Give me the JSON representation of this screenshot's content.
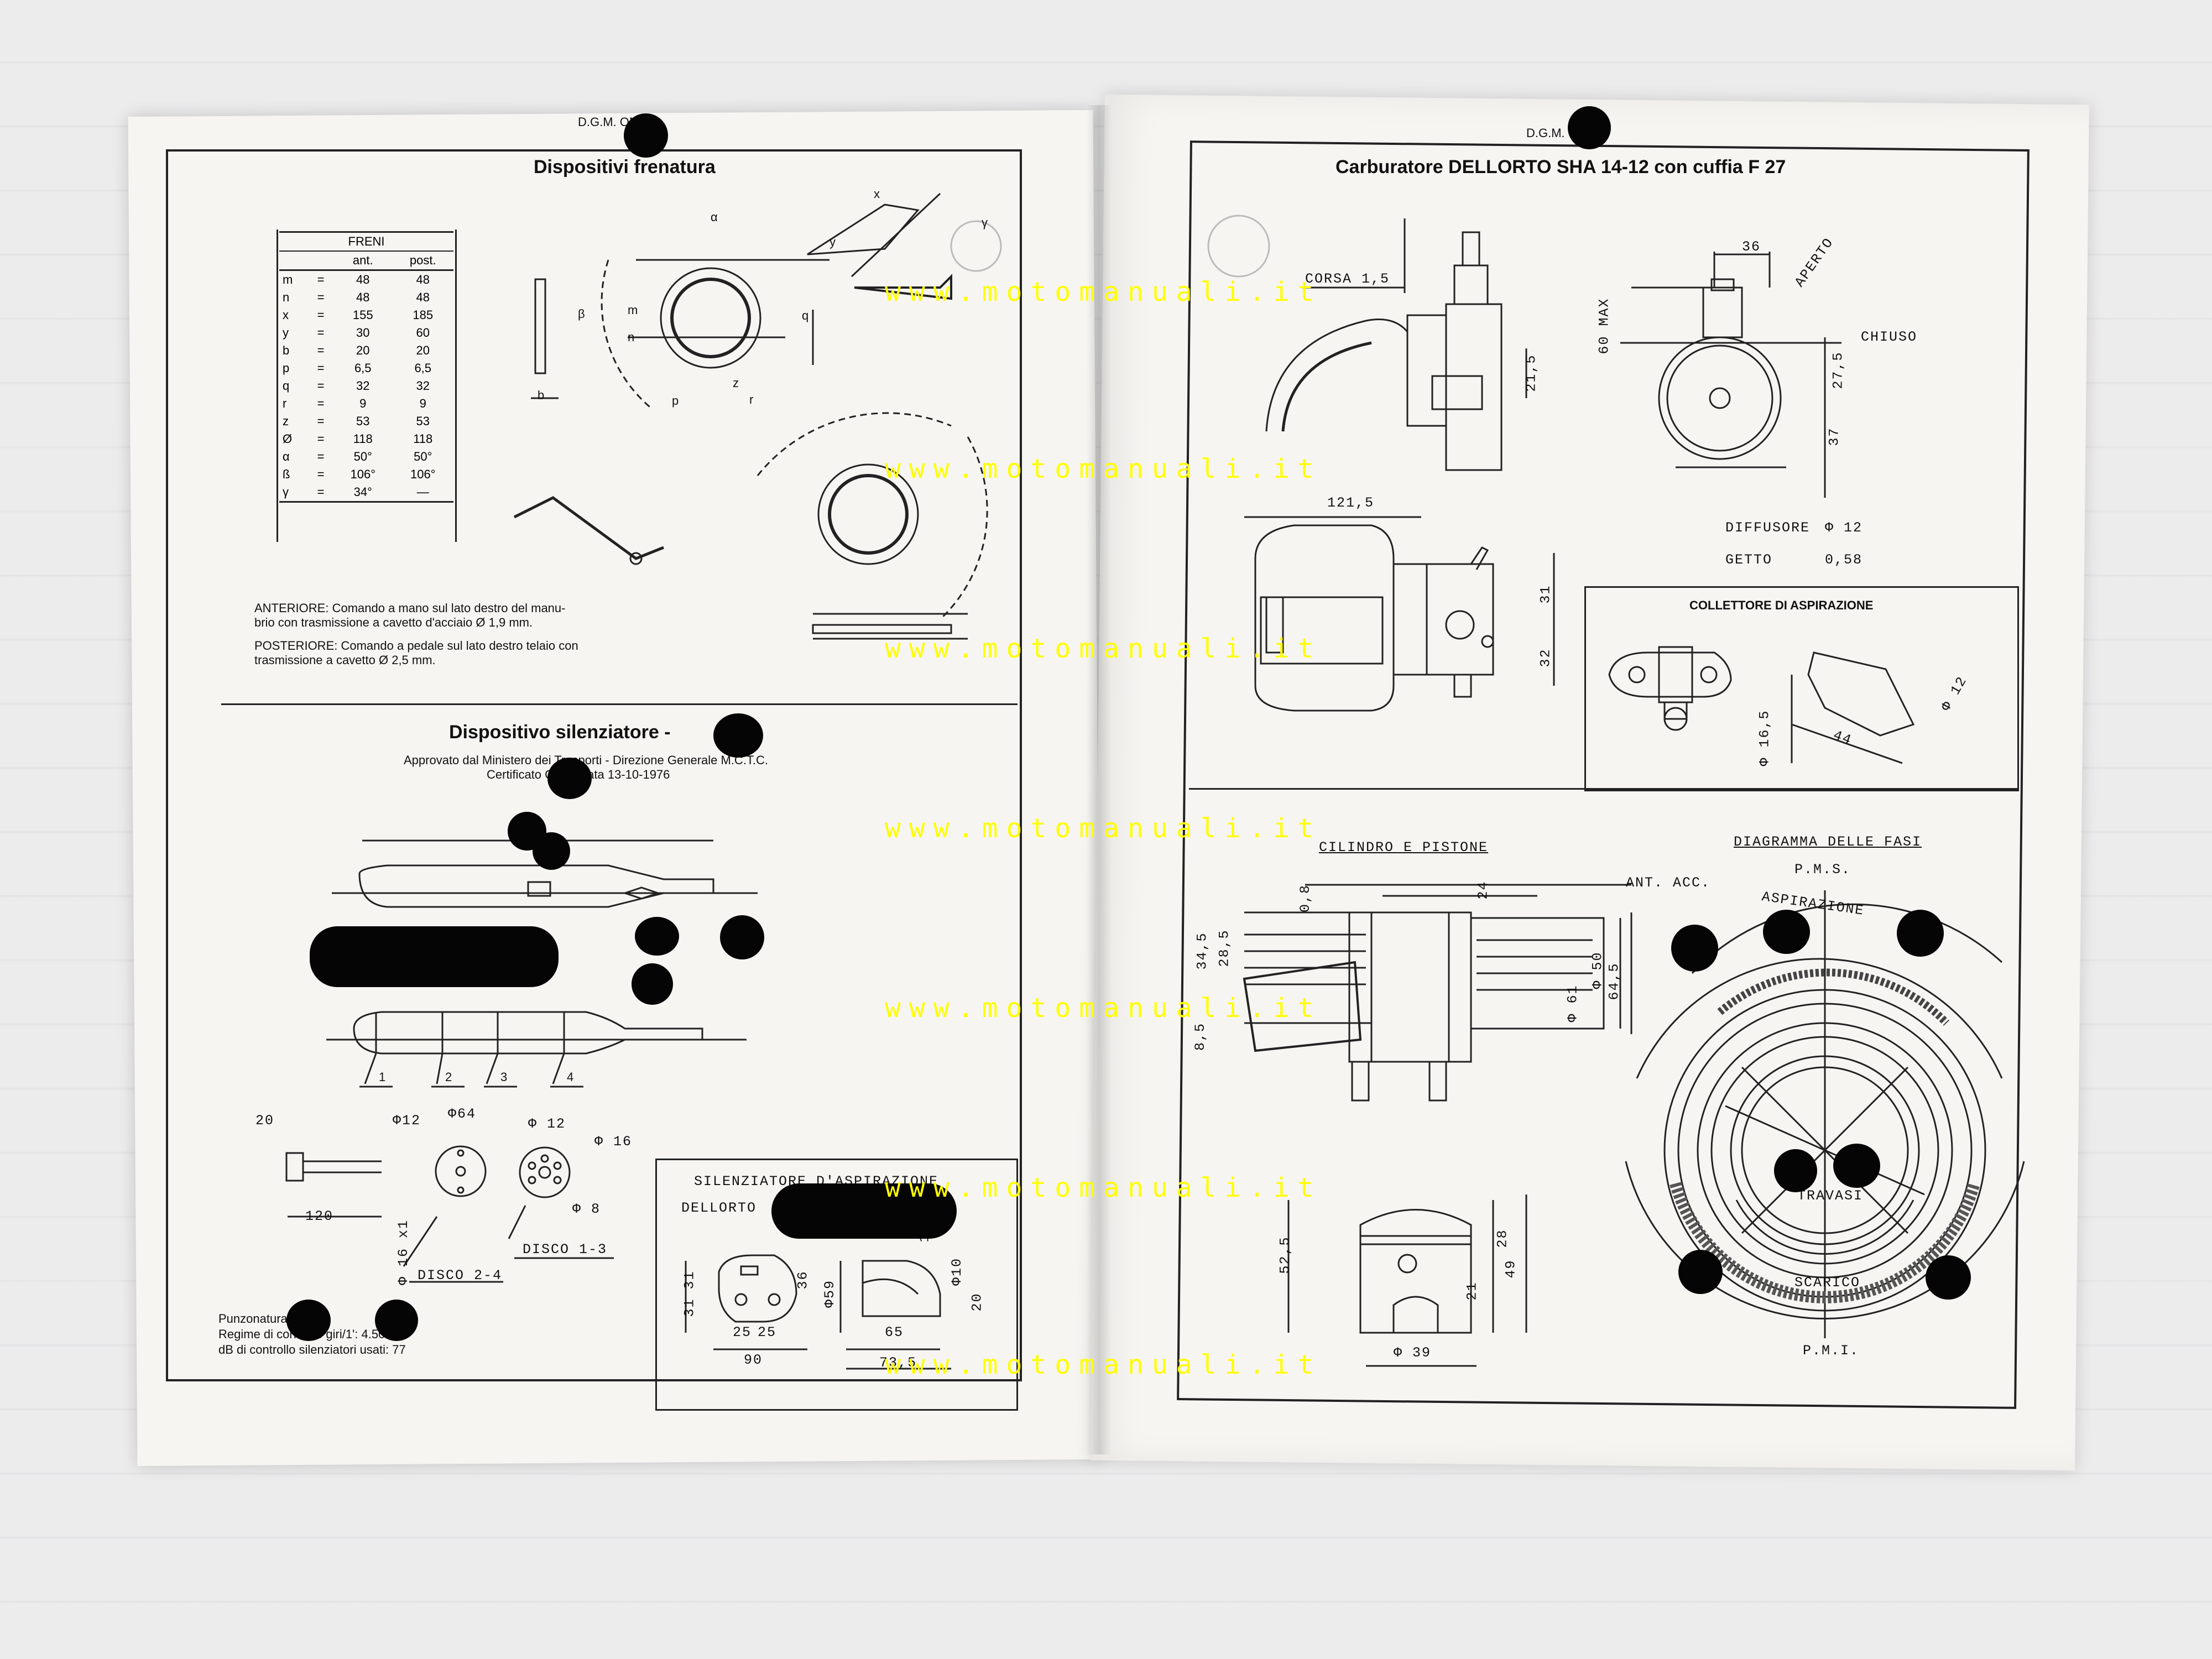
{
  "left_page": {
    "header": "D.G.M.     OM",
    "braking": {
      "title": "Dispositivi frenatura",
      "table": {
        "caption": "FRENI",
        "columns": [
          "",
          "",
          "ant.",
          "post."
        ],
        "rows": [
          [
            "m",
            "=",
            "48",
            "48"
          ],
          [
            "n",
            "=",
            "48",
            "48"
          ],
          [
            "x",
            "=",
            "155",
            "185"
          ],
          [
            "y",
            "=",
            "30",
            "60"
          ],
          [
            "b",
            "=",
            "20",
            "20"
          ],
          [
            "p",
            "=",
            "6,5",
            "6,5"
          ],
          [
            "q",
            "=",
            "32",
            "32"
          ],
          [
            "r",
            "=",
            "9",
            "9"
          ],
          [
            "z",
            "=",
            "53",
            "53"
          ],
          [
            "Ø",
            "=",
            "118",
            "118"
          ],
          [
            "α",
            "=",
            "50°",
            "50°"
          ],
          [
            "ß",
            "=",
            "106°",
            "106°"
          ],
          [
            "γ",
            "=",
            "34°",
            "—"
          ]
        ]
      },
      "note_front_1": "ANTERIORE: Comando a mano sul lato destro del manu-",
      "note_front_2": "brio con trasmissione a cavetto d'acciaio Ø 1,9 mm.",
      "note_rear_1": "POSTERIORE: Comando a pedale sul lato destro telaio con",
      "note_rear_2": "trasmissione a cavetto Ø 2,5 mm.",
      "labels": [
        "α",
        "β",
        "m",
        "n",
        "q",
        "p",
        "b",
        "r",
        "z",
        "x",
        "y",
        "γ"
      ]
    },
    "silencer": {
      "title": "Dispositivo silenziatore -",
      "approval_1": "Approvato dal Ministero dei Trasporti - Direzione Generale M.C.T.C.",
      "approval_2": "Certificato      OM in data 13-10-1976",
      "parts": [
        "1",
        "2",
        "3",
        "4"
      ],
      "disc_labels": {
        "d20": "20",
        "d120": "120",
        "d16x1": "Φ 16 x1",
        "d12a": "Φ12",
        "d64": "Φ64",
        "d12b": "Φ 12",
        "d16": "Φ 16",
        "d8": "Φ 8",
        "disc24": "DISCO 2-4",
        "disc13": "DISCO 1-3"
      },
      "punch_1": "Punzonatura      DGM",
      "punch_2": "Regime di controllo giri/1': 4.500",
      "punch_3": "dB di controllo silenziatori usati: 77"
    },
    "intake_silencer": {
      "title": "SILENZIATORE D'ASPIRAZIONE",
      "subtitle": "DELLORTO",
      "dims": [
        "31",
        "31",
        "25",
        "25",
        "90",
        "36",
        "Φ59",
        "Φ10",
        "20",
        "65",
        "73,5",
        "15"
      ]
    }
  },
  "right_page": {
    "header": "D.G.M.     OM",
    "carb": {
      "title": "Carburatore DELLORTO SHA 14-12  con cuffia  F 27",
      "corsa": "CORSA 1,5",
      "d36": "36",
      "aperto": "APERTO",
      "max60": "60 MAX",
      "chiuso": "CHIUSO",
      "d215": "21,5",
      "d275": "27,5",
      "d37": "37",
      "d1215": "121,5",
      "d31": "31",
      "d32": "32",
      "diff_label": "DIFFUSORE",
      "diff_val": "Φ 12",
      "getto_label": "GETTO",
      "getto_val": "0,58"
    },
    "manifold": {
      "title": "COLLETTORE DI ASPIRAZIONE",
      "d165": "Φ 16,5",
      "d44": "44",
      "d12": "Φ 12"
    },
    "cylinder": {
      "title": "CILINDRO E PISTONE",
      "d08": "0,8",
      "d24": "24",
      "d345": "34,5",
      "d285": "28,5",
      "d85": "8,5",
      "d50": "Φ 50",
      "d61": "Φ 61",
      "d645": "64,5",
      "d525": "52,5",
      "d28": "28",
      "d49": "49",
      "d21": "21",
      "d39": "Φ 39"
    },
    "timing": {
      "title": "DIAGRAMMA DELLE FASI",
      "pms": "P.M.S.",
      "ant_acc": "ANT. ACC.",
      "aspirazione": "ASPIRAZIONE",
      "travasi": "TRAVASI",
      "scarico": "SCARICO",
      "pmi": "P.M.I."
    }
  },
  "watermark": "www.motomanuali.it",
  "colors": {
    "watermark": "#ffff00",
    "paper": "#f6f5f2",
    "ink": "#111111"
  }
}
